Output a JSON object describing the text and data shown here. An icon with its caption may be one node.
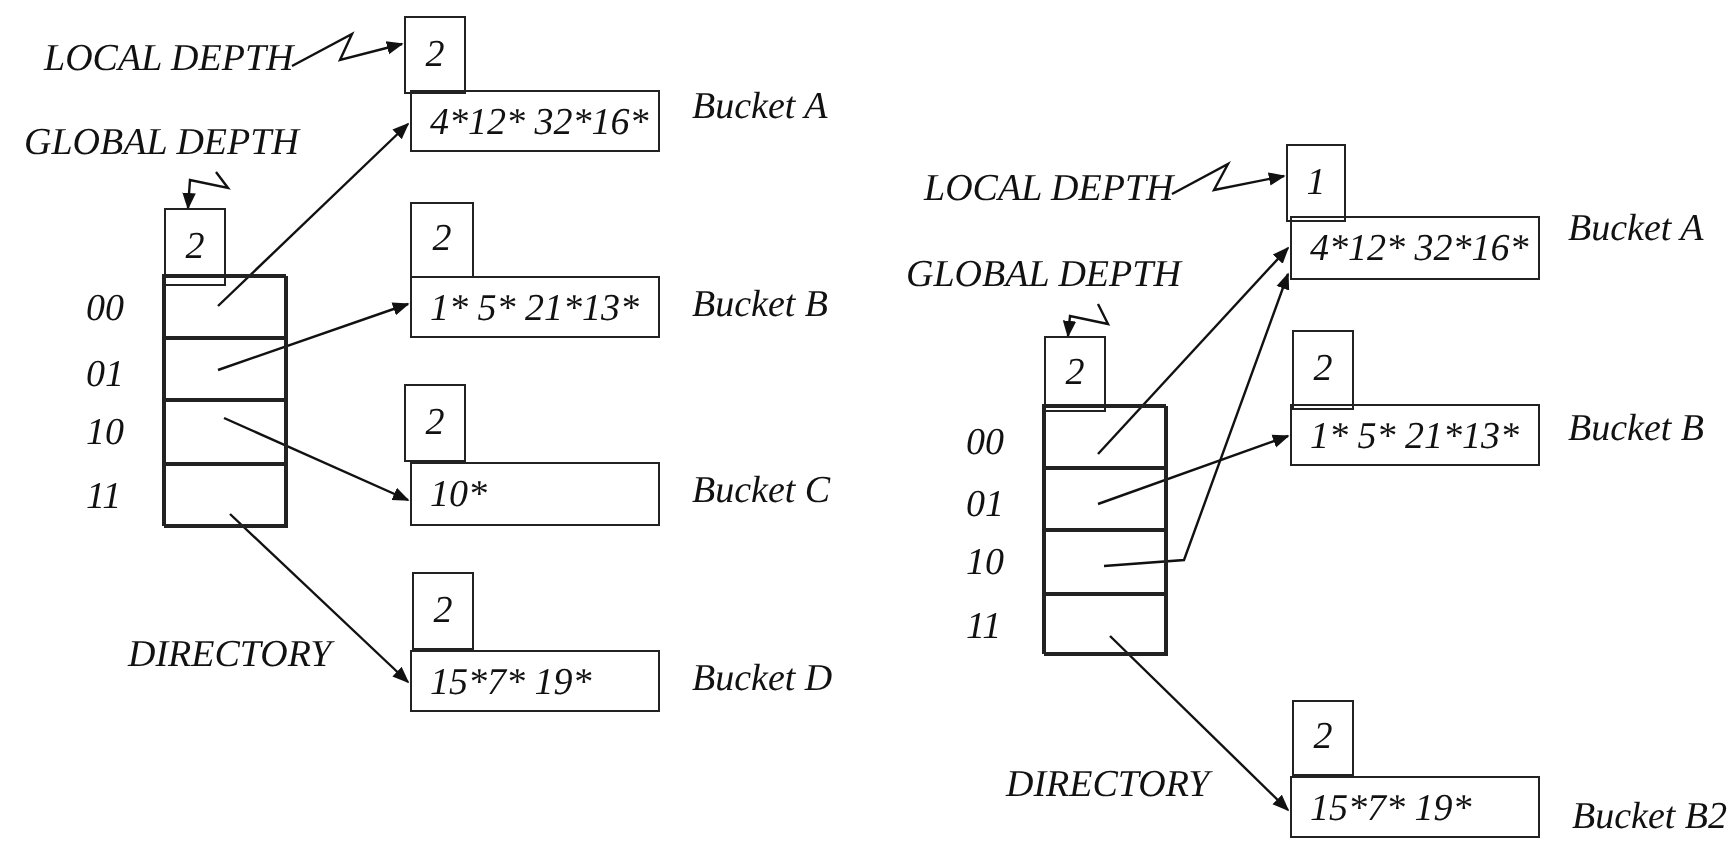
{
  "diagram": {
    "nodes": [
      {
        "text": [
          "LOCAL DEPTH"
        ]
      },
      {
        "text": [
          "2"
        ]
      },
      {
        "text": [
          "4*12* 32*16*"
        ],
        "beside": [
          "Bucket A"
        ]
      },
      {
        "text": [
          "GLOBAL DEPTH"
        ]
      },
      {
        "text": [
          "2"
        ]
      },
      {
        "text": [],
        "shape": "box",
        "beside": [
          "DIRECTORY"
        ]
      },
      {
        "text": [],
        "shape": "box",
        "in": 5,
        "beside": [
          "00"
        ]
      },
      {
        "text": [],
        "shape": "box",
        "in": 5,
        "beside": [
          "01"
        ]
      },
      {
        "text": [],
        "shape": "box",
        "in": 5,
        "beside": [
          "10"
        ]
      },
      {
        "text": [],
        "shape": "box",
        "in": 5,
        "beside": [
          "11"
        ]
      },
      {
        "text": [
          "2"
        ]
      },
      {
        "text": [
          "1* 5* 21*13*"
        ],
        "beside": [
          "Bucket B"
        ]
      },
      {
        "text": [
          "2"
        ]
      },
      {
        "text": [
          "10*"
        ],
        "beside": [
          "Bucket C"
        ]
      },
      {
        "text": [
          "2"
        ]
      },
      {
        "text": [
          "15*7* 19*"
        ],
        "beside": [
          "Bucket D"
        ]
      },
      {
        "text": [
          "LOCAL DEPTH"
        ]
      },
      {
        "text": [
          "1"
        ]
      },
      {
        "text": [
          "4*12* 32*16*"
        ],
        "beside": [
          "Bucket A"
        ]
      },
      {
        "text": [
          "GLOBAL DEPTH"
        ]
      },
      {
        "text": [
          "2"
        ]
      },
      {
        "text": [],
        "shape": "box",
        "beside": [
          "DIRECTORY"
        ]
      },
      {
        "text": [],
        "shape": "box",
        "in": 21,
        "beside": [
          "00"
        ]
      },
      {
        "text": [],
        "shape": "box",
        "in": 21,
        "beside": [
          "01"
        ]
      },
      {
        "text": [],
        "shape": "box",
        "in": 21,
        "beside": [
          "10"
        ]
      },
      {
        "text": [],
        "shape": "box",
        "in": 21,
        "beside": [
          "11"
        ]
      },
      {
        "text": [
          "2"
        ]
      },
      {
        "text": [
          "1* 5* 21*13*"
        ],
        "beside": [
          "Bucket B"
        ]
      },
      {
        "text": [
          "2"
        ]
      },
      {
        "text": [
          "15*7* 19*"
        ],
        "beside": [
          "Bucket B2"
        ]
      }
    ],
    "edges": [
      {
        "from": 0,
        "to": 1,
        "arrow": "to"
      },
      {
        "from": 3,
        "to": 4,
        "arrow": "to"
      },
      {
        "from": 6,
        "to": 2,
        "arrow": "to"
      },
      {
        "from": 7,
        "to": 11,
        "arrow": "to"
      },
      {
        "from": 8,
        "to": 13,
        "arrow": "to"
      },
      {
        "from": 9,
        "to": 15,
        "arrow": "to"
      },
      {
        "from": 16,
        "to": 17,
        "arrow": "to"
      },
      {
        "from": 19,
        "to": 20,
        "arrow": "to"
      },
      {
        "from": 22,
        "to": 18,
        "arrow": "to"
      },
      {
        "from": 23,
        "to": 27,
        "arrow": "to"
      },
      {
        "from": 24,
        "to": 18,
        "arrow": "to"
      },
      {
        "from": 25,
        "to": 29,
        "arrow": "to"
      }
    ]
  }
}
